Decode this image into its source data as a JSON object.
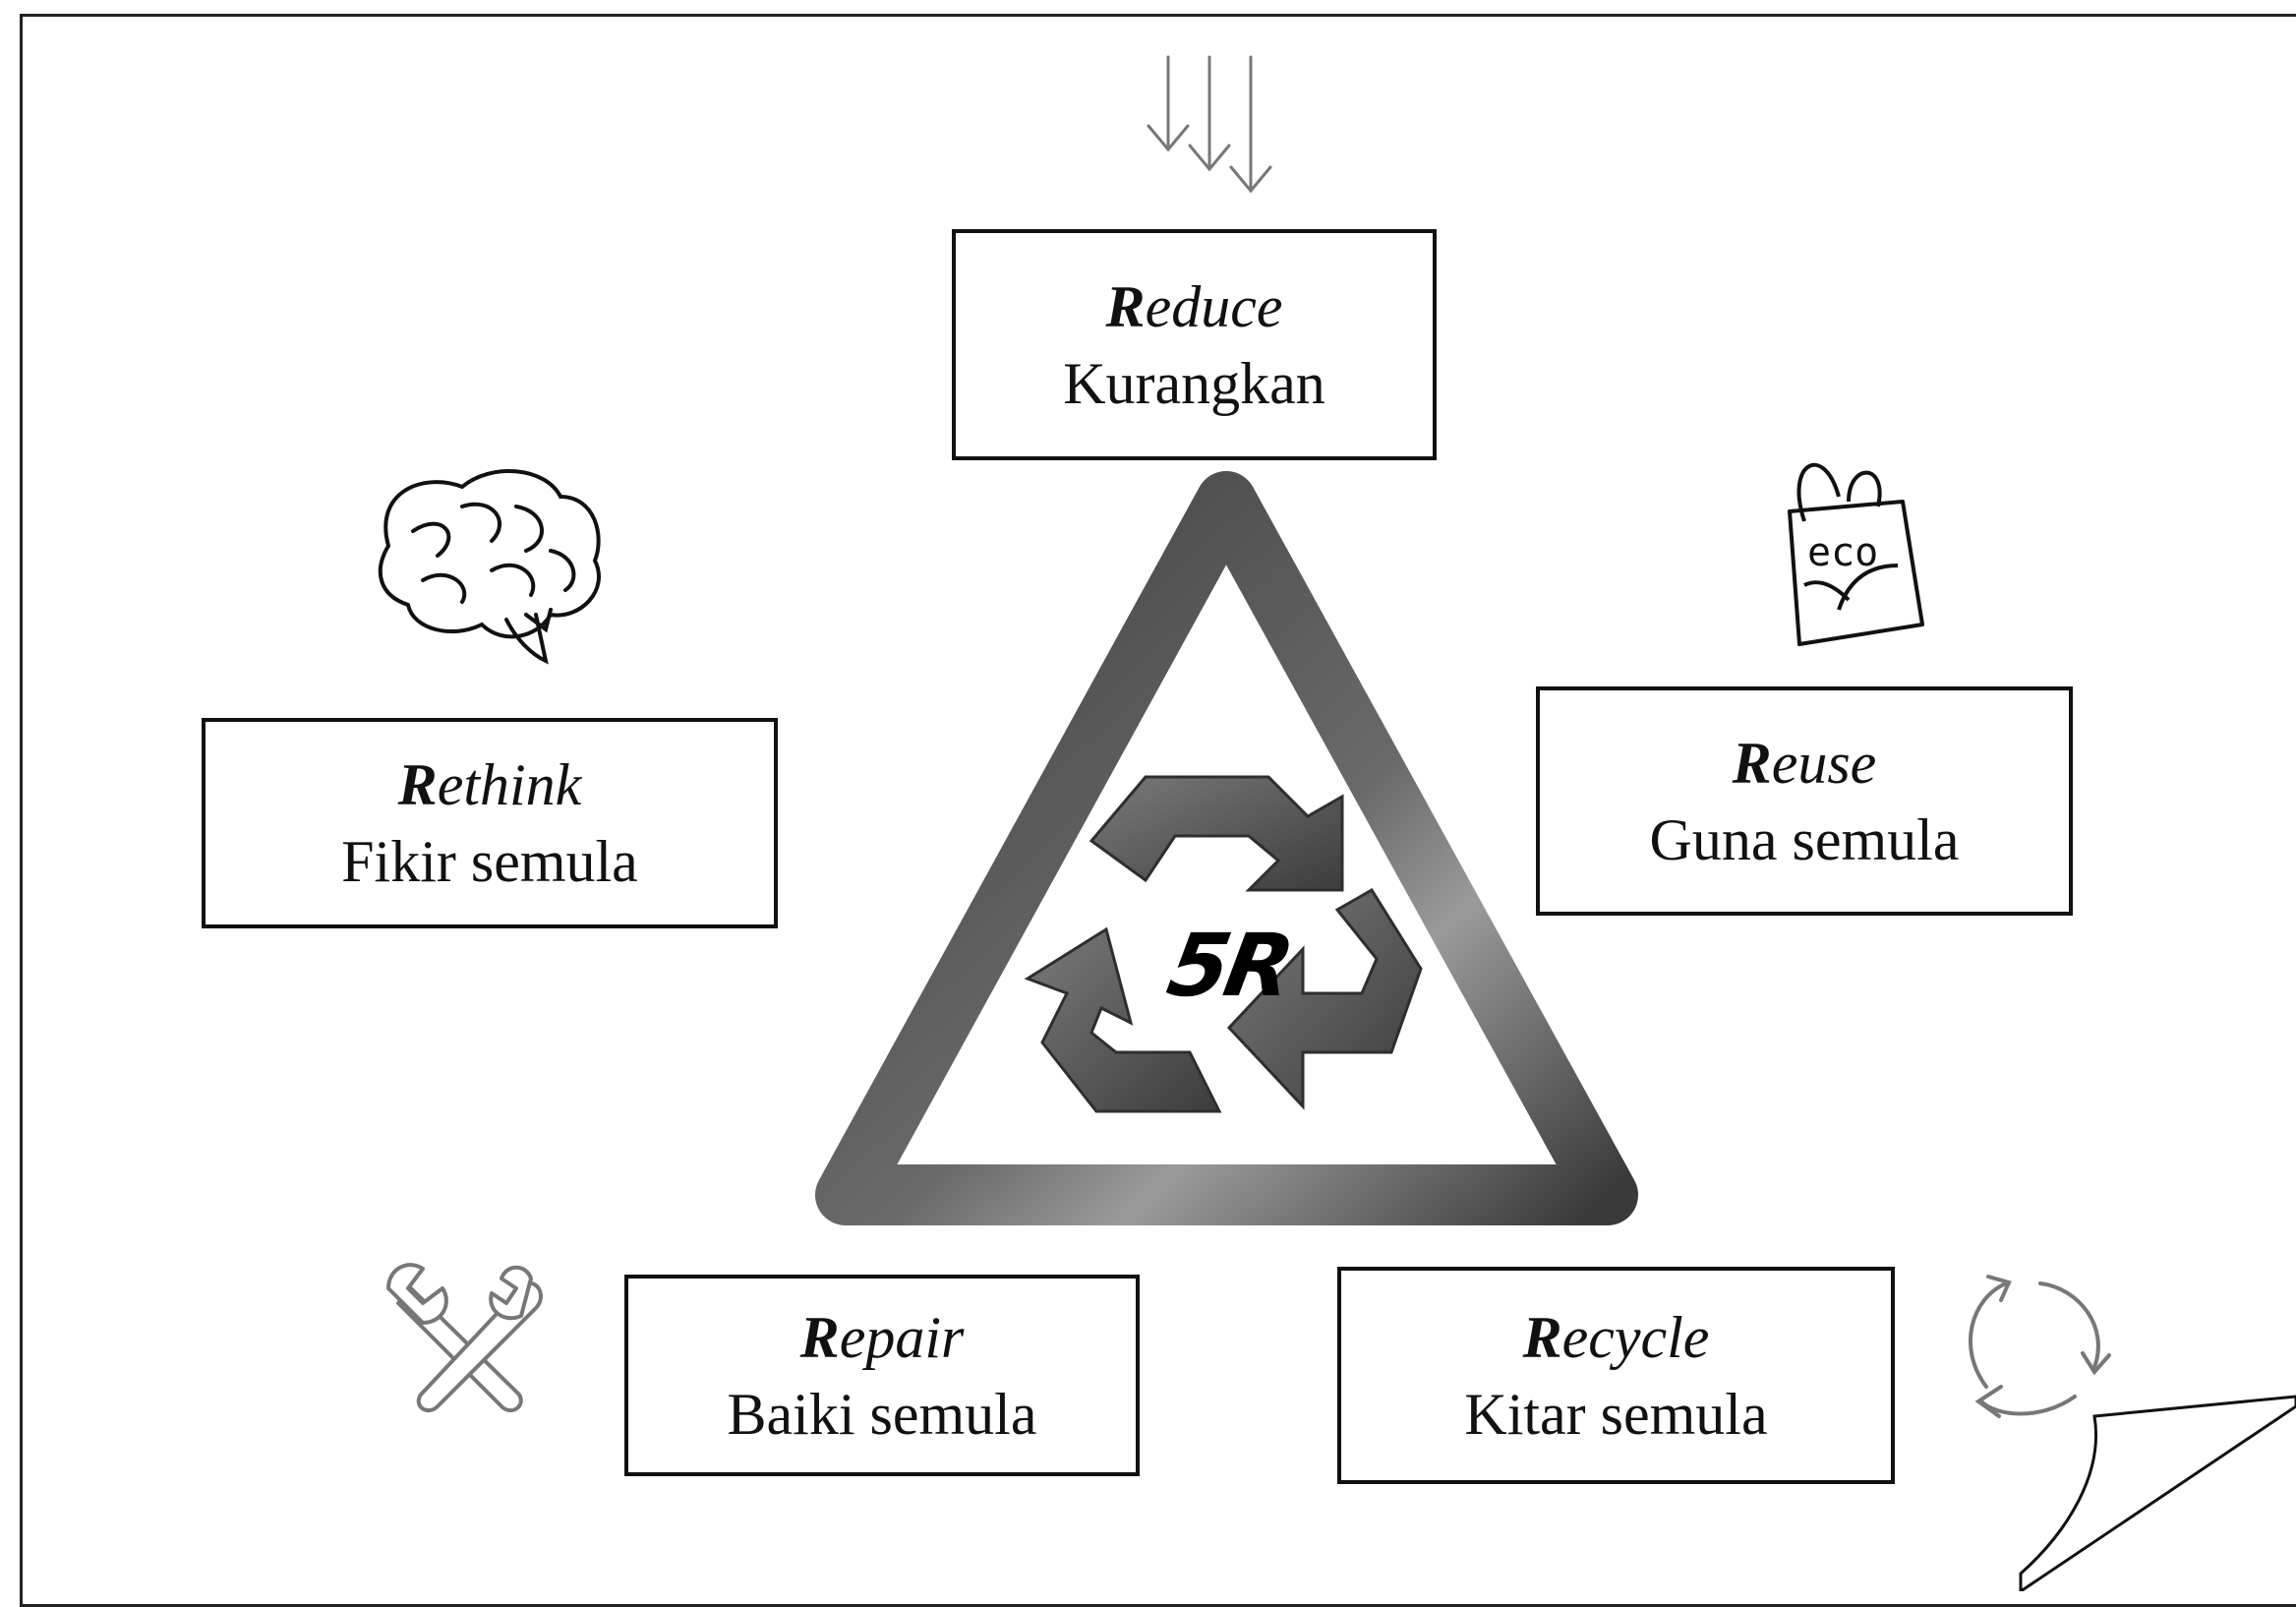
{
  "center": {
    "label": "5R"
  },
  "items": [
    {
      "key": "reduce",
      "initial": "R",
      "rest": "educe",
      "translation": "Kurangkan"
    },
    {
      "key": "reuse",
      "initial": "R",
      "rest": "euse",
      "translation": "Guna semula"
    },
    {
      "key": "recycle",
      "initial": "R",
      "rest": "ecycle",
      "translation": "Kitar semula"
    },
    {
      "key": "repair",
      "initial": "R",
      "rest": "epair",
      "translation": "Baiki semula"
    },
    {
      "key": "rethink",
      "initial": "R",
      "rest": "ethink",
      "translation": "Fikir semula"
    }
  ],
  "icons": {
    "reduce": "down-arrows-icon",
    "reuse": "eco-bag-icon",
    "reuse_text": "eco",
    "recycle": "circular-arrows-icon",
    "repair": "wrench-tools-icon",
    "rethink": "brain-icon"
  },
  "colors": {
    "triangle": "#4a4a4a",
    "recycle_symbol": "#555555",
    "border": "#111111"
  }
}
